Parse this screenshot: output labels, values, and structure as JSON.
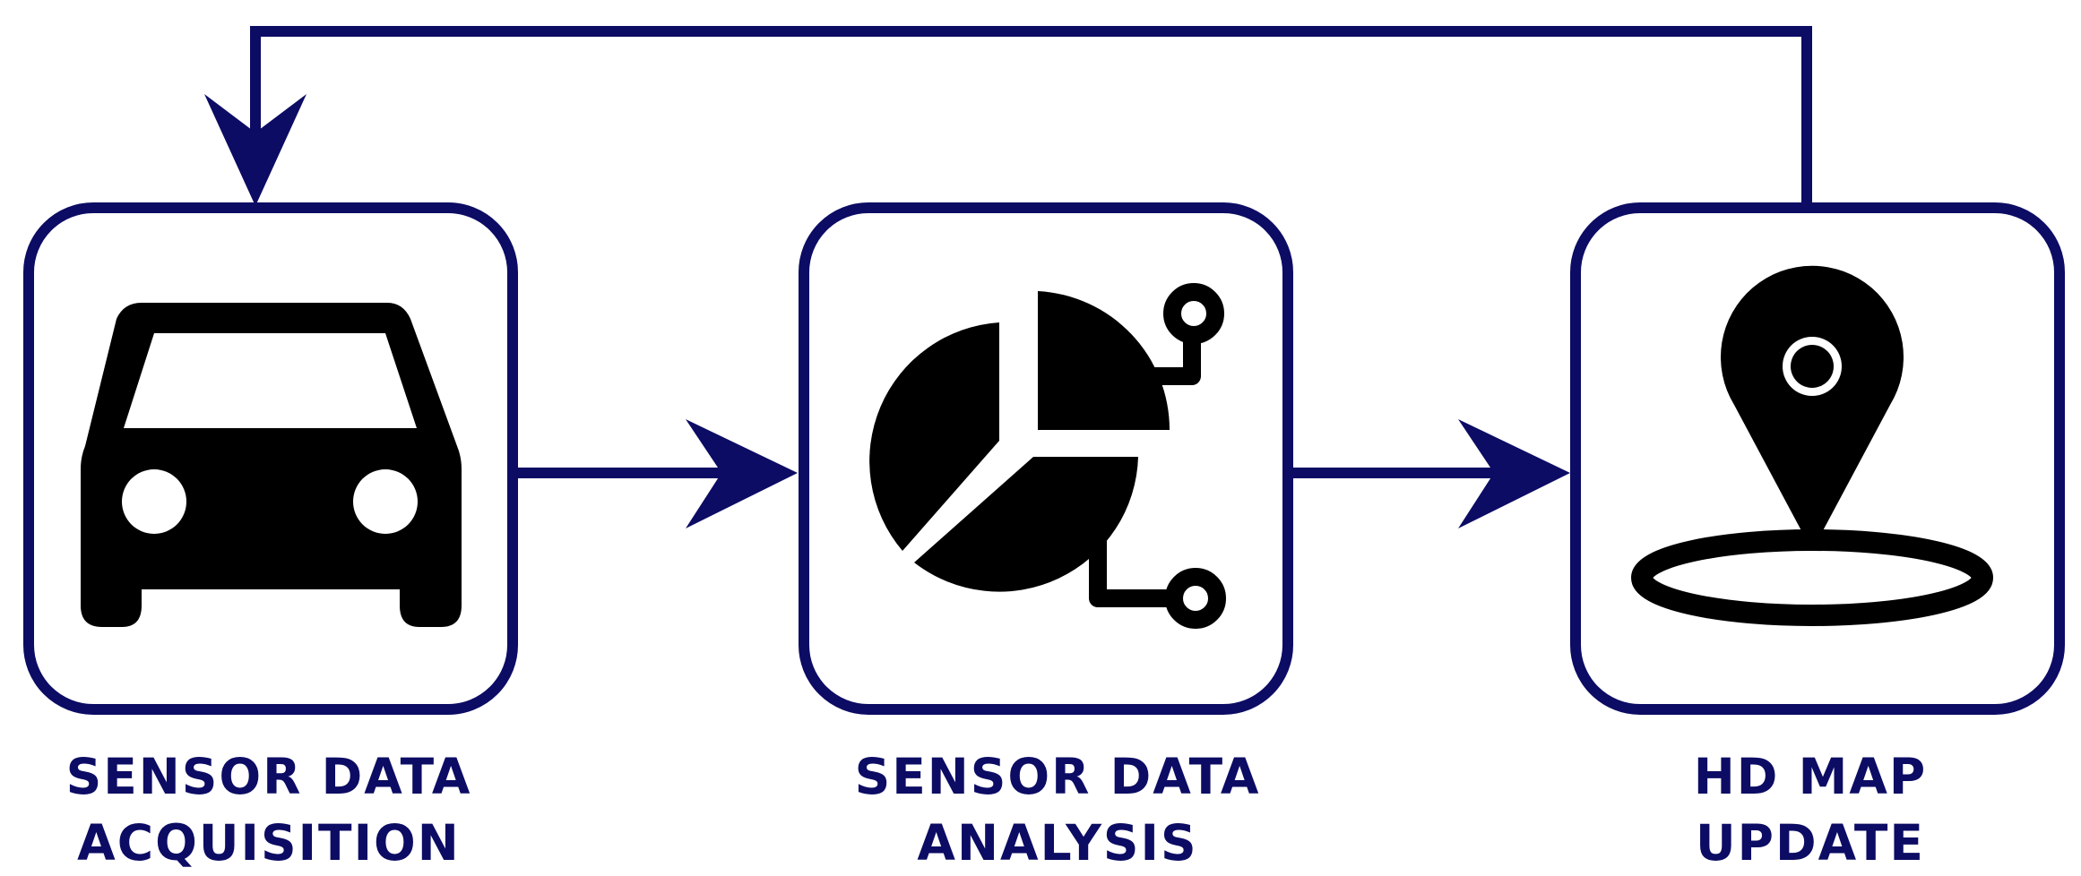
{
  "colors": {
    "stroke": "#0c0c64",
    "icon": "#000000",
    "background": "#ffffff"
  },
  "steps": [
    {
      "id": "acquisition",
      "icon": "car-icon",
      "label_line1": "SENSOR DATA",
      "label_line2": "ACQUISITION"
    },
    {
      "id": "analysis",
      "icon": "pie-chart-network-icon",
      "label_line1": "SENSOR DATA",
      "label_line2": "ANALYSIS"
    },
    {
      "id": "update",
      "icon": "map-pin-icon",
      "label_line1": "HD MAP",
      "label_line2": "UPDATE"
    }
  ],
  "connections": [
    {
      "from": "acquisition",
      "to": "analysis"
    },
    {
      "from": "analysis",
      "to": "update"
    },
    {
      "from": "update",
      "to": "acquisition"
    }
  ]
}
